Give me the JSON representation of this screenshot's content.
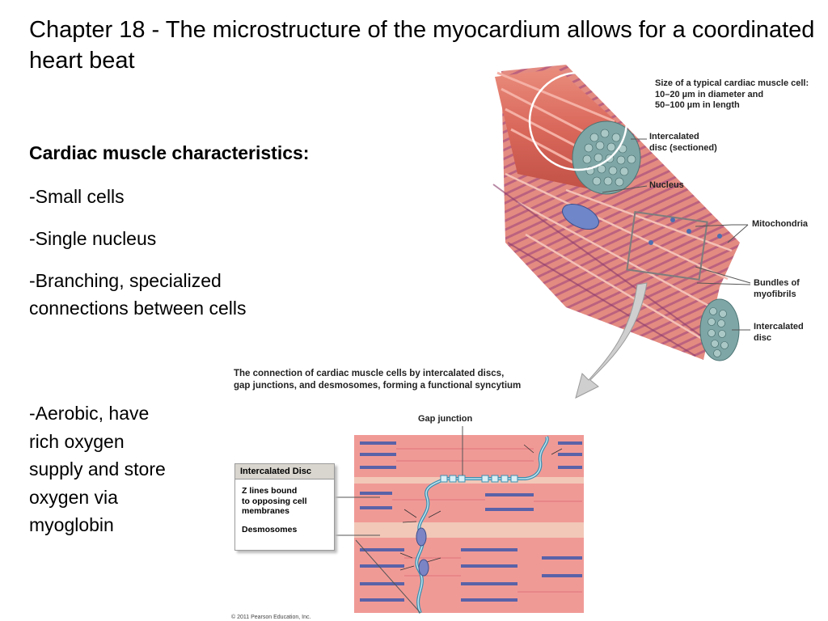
{
  "slide": {
    "title": "Chapter 18 - The microstructure of the myocardium allows for a coordinated heart beat",
    "subtitle": "Cardiac muscle characteristics:",
    "bullets": [
      "-Small cells",
      "-Single nucleus",
      "-Branching, specialized\nconnections between cells",
      "-Aerobic, have\nrich oxygen\nsupply and store\noxygen via\nmyoglobin"
    ]
  },
  "figure": {
    "labels": {
      "size": "Size of a typical cardiac muscle cell:\n10–20 µm in diameter and\n50–100 µm in length",
      "disc_sectioned": "Intercalated\ndisc (sectioned)",
      "nucleus": "Nucleus",
      "mitochondria": "Mitochondria",
      "myofibrils": "Bundles of\nmyofibrils",
      "disc": "Intercalated\ndisc"
    },
    "caption": "The connection of cardiac muscle cells by intercalated discs,\ngap junctions, and desmosomes, forming a functional syncytium",
    "gap_junction": "Gap junction",
    "inset": {
      "heading": "Intercalated Disc",
      "items": [
        "Z lines bound\nto opposing cell\nmembranes",
        "Desmosomes"
      ]
    },
    "copyright": "© 2011 Pearson Education, Inc."
  }
}
